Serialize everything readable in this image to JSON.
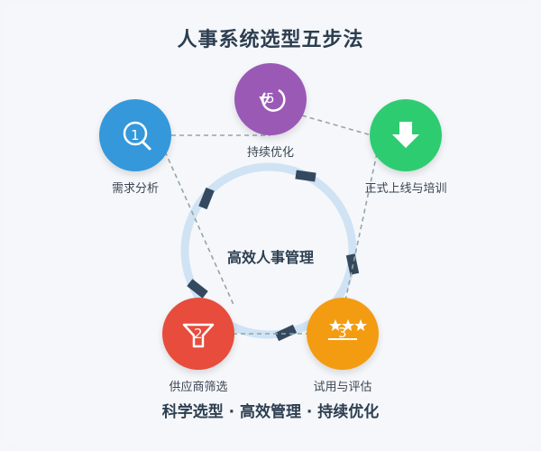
{
  "title": "人事系统选型五步法",
  "subtitle": "科学选型 · 高效管理 · 持续优化",
  "center_label": "高效人事管理",
  "colors": {
    "ring": "#cfe3f4",
    "ring_marks": "#34495e",
    "dashed": "#95a5a6",
    "blue": "#3498db",
    "purple": "#9b59b6",
    "green": "#2ecc71",
    "red": "#e74c3c",
    "orange": "#f39c12"
  },
  "nodes": [
    {
      "id": "analysis",
      "label": "需求分析",
      "number": "1",
      "icon": "search-icon",
      "color": "#3498db"
    },
    {
      "id": "optimize",
      "label": "持续优化",
      "number": "5",
      "icon": "refresh-icon",
      "color": "#9b59b6"
    },
    {
      "id": "launch",
      "label": "正式上线与培训",
      "number": "",
      "icon": "download-arrow-icon",
      "color": "#2ecc71"
    },
    {
      "id": "screening",
      "label": "供应商筛选",
      "number": "2",
      "icon": "filter-icon",
      "color": "#e74c3c"
    },
    {
      "id": "trial",
      "label": "试用与评估",
      "number": "3",
      "icon": "stars-icon",
      "color": "#f39c12"
    }
  ]
}
